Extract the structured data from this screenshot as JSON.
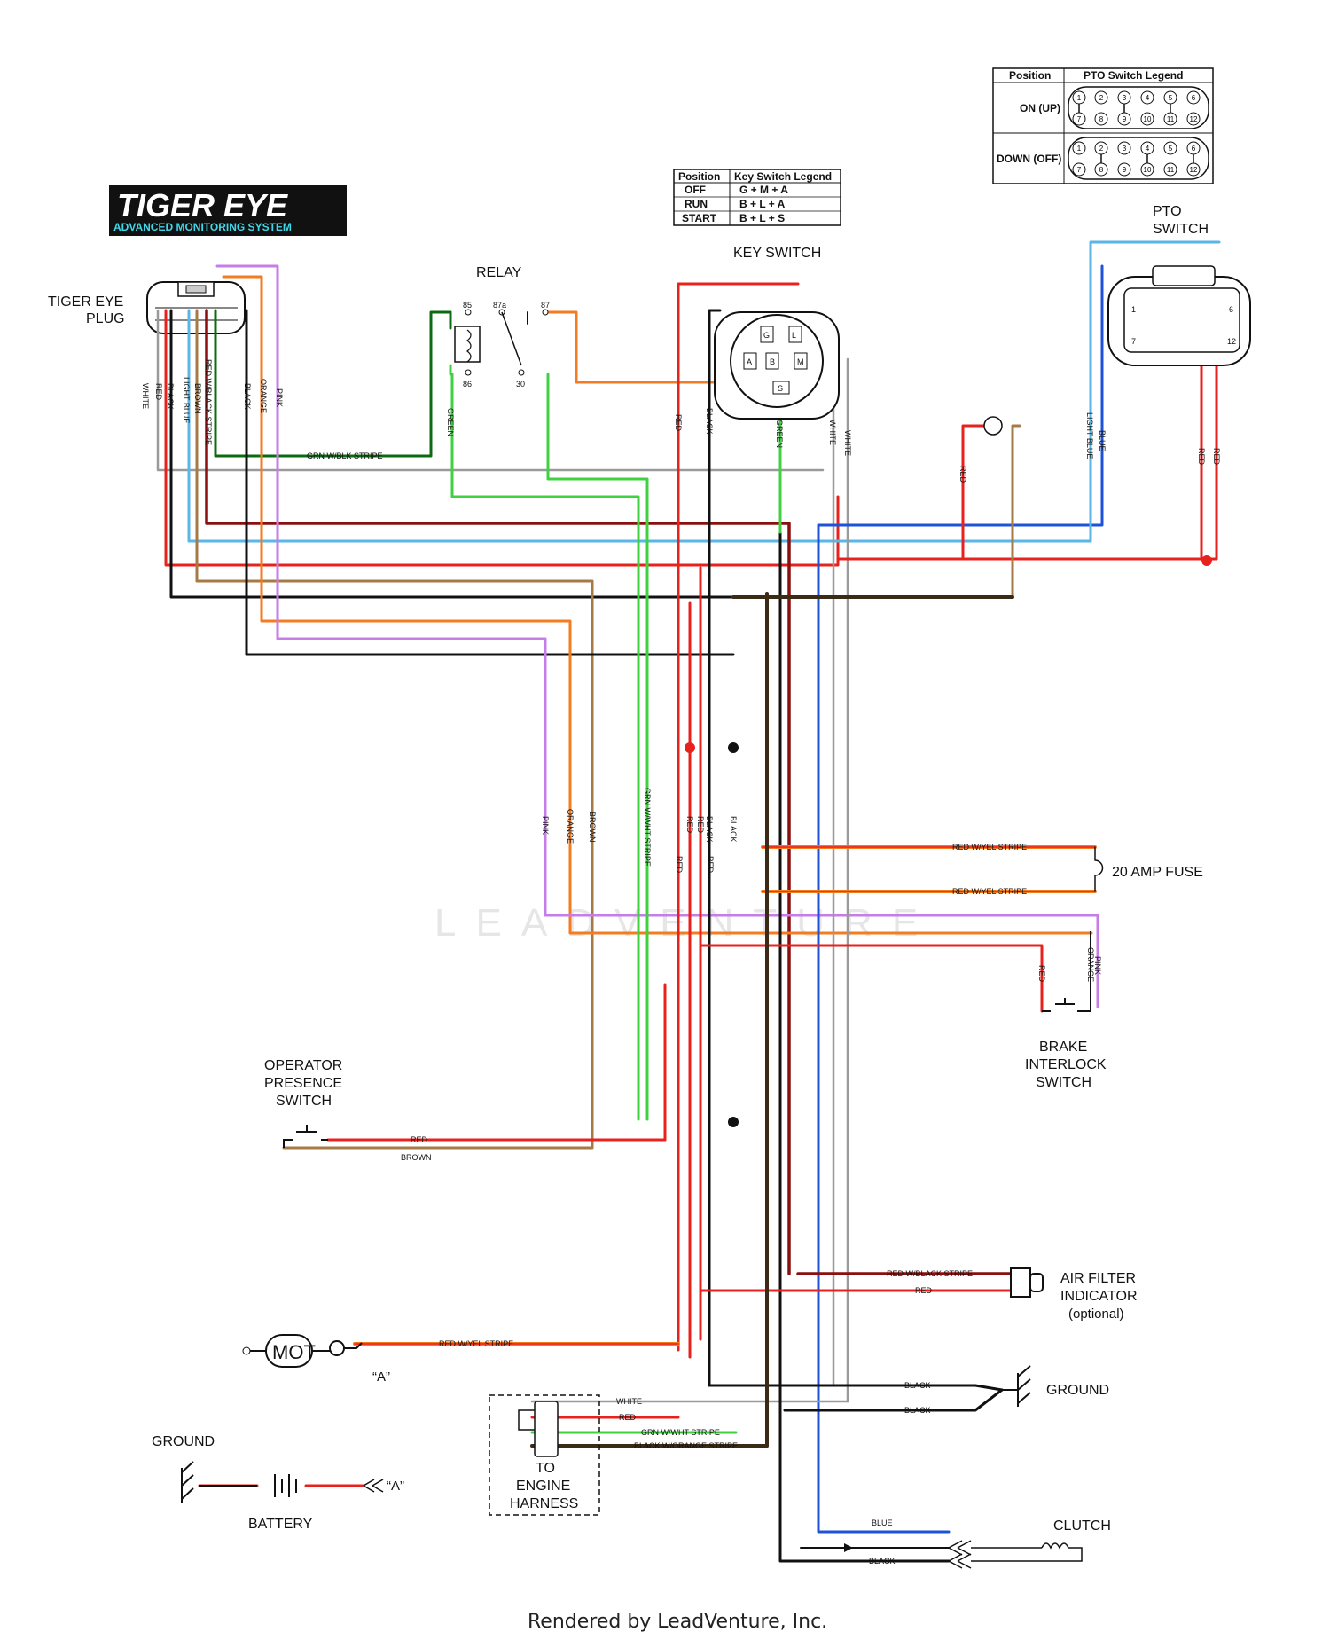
{
  "brand": {
    "name": "TIGER EYE",
    "subtitle": "ADVANCED MONITORING SYSTEM"
  },
  "labels": {
    "tiger_eye_plug": [
      "TIGER EYE",
      "PLUG"
    ],
    "relay": "RELAY",
    "key_switch": "KEY SWITCH",
    "pto_switch": [
      "PTO",
      "SWITCH"
    ],
    "fuse": "20 AMP FUSE",
    "brake_interlock": [
      "BRAKE",
      "INTERLOCK",
      "SWITCH"
    ],
    "operator_presence": [
      "OPERATOR",
      "PRESENCE",
      "SWITCH"
    ],
    "air_filter": [
      "AIR FILTER",
      "INDICATOR",
      "(optional)"
    ],
    "ground_right": "GROUND",
    "ground_left": "GROUND",
    "battery": "BATTERY",
    "engine_harness": [
      "TO",
      "ENGINE",
      "HARNESS"
    ],
    "clutch": "CLUTCH",
    "mot": "MOT",
    "ref_a": "“A”",
    "ref_a2": "“A”"
  },
  "relay_pins": [
    "85",
    "87a",
    "87",
    "86",
    "30"
  ],
  "key_switch_terminals": [
    "G",
    "L",
    "A",
    "B",
    "M",
    "S"
  ],
  "key_switch_legend": {
    "headers": [
      "Position",
      "Key Switch Legend"
    ],
    "rows": [
      [
        "OFF",
        "G + M + A"
      ],
      [
        "RUN",
        "B + L + A"
      ],
      [
        "START",
        "B + L + S"
      ]
    ]
  },
  "pto_switch_legend": {
    "headers": [
      "Position",
      "PTO Switch Legend"
    ],
    "positions": [
      "ON (UP)",
      "DOWN (OFF)"
    ],
    "pins_top": [
      "1",
      "2",
      "3",
      "4",
      "5",
      "6"
    ],
    "pins_bottom": [
      "7",
      "8",
      "9",
      "10",
      "11",
      "12"
    ]
  },
  "pto_connector_pins": [
    "1",
    "6",
    "7",
    "12"
  ],
  "wire_labels": {
    "white": "WHITE",
    "red": "RED",
    "black": "BLACK",
    "brown": "BROWN",
    "light_blue": "LIGHT BLUE",
    "red_black": "RED W/BLACK STRIPE",
    "orange": "ORANGE",
    "pink": "PINK",
    "green": "GREEN",
    "grn_blk": "GRN W/BLK STRIPE",
    "grn_wht": "GRN W/WHT STRIPE",
    "red_yel": "RED W/YEL STRIPE",
    "blue": "BLUE",
    "blk_orange": "BLACK W/ORANGE STRIPE"
  },
  "colors": {
    "red": "#e8211d",
    "black": "#111111",
    "orange": "#f47b20",
    "pink": "#c77de8",
    "brown": "#a57a45",
    "light_blue": "#5ab6e6",
    "green": "#3fd13f",
    "dark_green": "#0c6b12",
    "blue": "#1e52d8",
    "white_wire": "#9a9a9a",
    "dark_red": "#8a1010",
    "yellow_stripe": "#e7c21b"
  },
  "watermark": "LEADVENTURE",
  "footer": "Rendered by LeadVenture, Inc."
}
